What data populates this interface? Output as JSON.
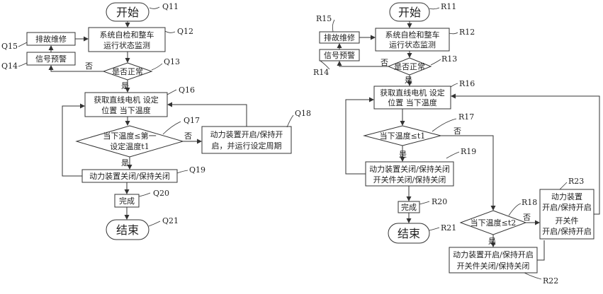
{
  "left": {
    "start": "开始",
    "repair": "排故维修",
    "selfcheck": [
      "系统自检和整车",
      "运行状态监测"
    ],
    "warning": "信号预警",
    "normal": "是否正常",
    "acquire": [
      "获取直线电机 设定",
      "位置 当下温度"
    ],
    "compare": [
      "当下温度≤第一",
      "设定温度t1"
    ],
    "run": [
      "动力装置开启/保持开",
      "启，并运行设定周期"
    ],
    "close": "动力装置关闭/保持关闭",
    "done": "完成",
    "end": "结束",
    "yes": "是",
    "no": "否",
    "labels": {
      "q11": "Q11",
      "q12": "Q12",
      "q13": "Q13",
      "q14": "Q14",
      "q15": "Q15",
      "q16": "Q16",
      "q17": "Q17",
      "q18": "Q18",
      "q19": "Q19",
      "q20": "Q20",
      "q21": "Q21"
    }
  },
  "right": {
    "start": "开始",
    "repair": "排故维修",
    "selfcheck": [
      "系统自检和整车",
      "运行状态监测"
    ],
    "warning": "信号预警",
    "normal": "是否正常",
    "acquire": [
      "获取直线电机 设定",
      "位置 当下温度"
    ],
    "compare1": "当下温度≤t1",
    "close": [
      "动力装置关闭/保持关闭",
      "开关件关闭/保持关闭"
    ],
    "done": "完成",
    "end": "结束",
    "compare2": "当下温度≤t2",
    "open_both": [
      "动力装置",
      "开启/保持开启",
      "开关件",
      "开启/保持开启"
    ],
    "open_switch_closed": [
      "动力装置开启/保持开启",
      "开关件关闭/保持关闭"
    ],
    "yes": "是",
    "no": "否",
    "labels": {
      "r11": "R11",
      "r12": "R12",
      "r13": "R13",
      "r14": "R14",
      "r15": "R15",
      "r16": "R16",
      "r17": "R17",
      "r18": "R18",
      "r19": "R19",
      "r20": "R20",
      "r21": "R21",
      "r22": "R22",
      "r23": "R23"
    }
  }
}
